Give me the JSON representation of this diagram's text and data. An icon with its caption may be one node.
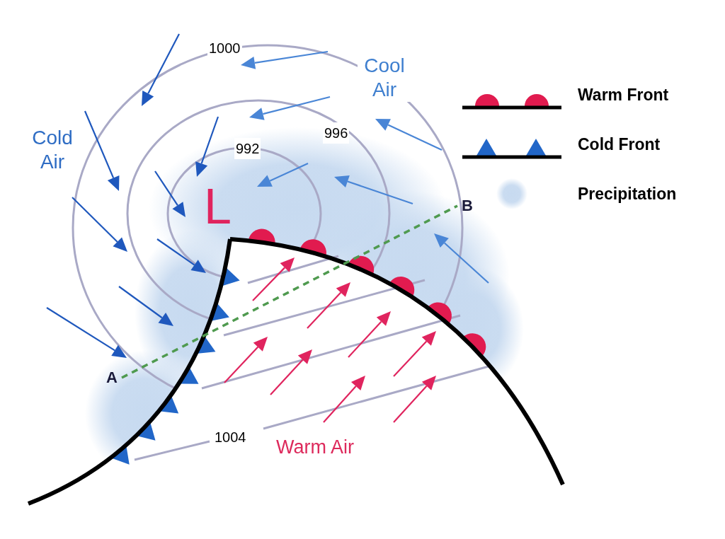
{
  "diagram": {
    "nodes": [
      {
        "text": [
          "A"
        ]
      },
      {
        "text": [
          "B"
        ]
      }
    ],
    "edges": [
      {
        "from": 0,
        "to": 1,
        "arrow": "none",
        "style": "dashed",
        "color": "#4f9a4f"
      }
    ],
    "labels": [
      "1000",
      "Cool Air",
      "Cold Air",
      "996",
      "992",
      "L",
      "1004",
      "Warm Air"
    ],
    "legend": [
      {
        "text": "Warm Front"
      },
      {
        "text": "Cold Front"
      },
      {
        "text": "Precipitation",
        "color": "#c7daf0"
      }
    ]
  }
}
